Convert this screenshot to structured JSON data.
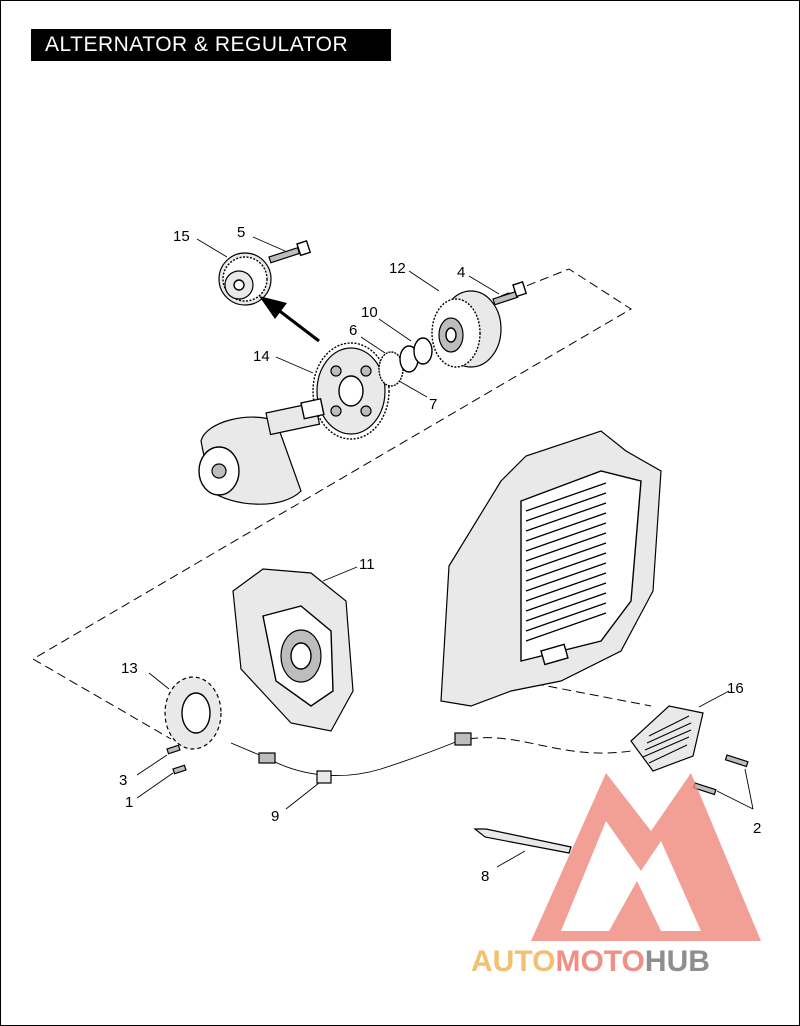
{
  "title": "ALTERNATOR & REGULATOR",
  "callouts": [
    "1",
    "2",
    "3",
    "4",
    "5",
    "6",
    "7",
    "8",
    "9",
    "10",
    "11",
    "12",
    "13",
    "14",
    "15",
    "16"
  ],
  "watermark": {
    "part1": "AUTO",
    "part2": "MOTO",
    "part3": "HUB",
    "colors": {
      "auto": "#f2c070",
      "moto": "#ef8f86",
      "hub": "#8e8e8e",
      "logo": "#f08a80"
    }
  },
  "icons": [
    "alternator-rotor",
    "stator",
    "regulator",
    "crankshaft",
    "gear"
  ]
}
